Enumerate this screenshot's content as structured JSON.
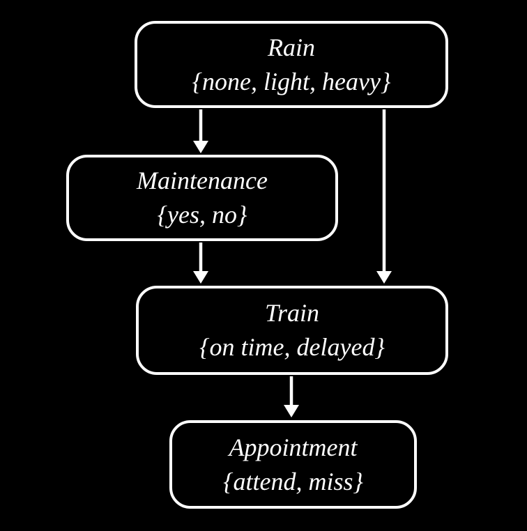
{
  "diagram": {
    "type": "directed-graph",
    "colors": {
      "background": "#000000",
      "node_border": "#ffffff",
      "text": "#ffffff",
      "arrow": "#ffffff"
    }
  },
  "nodes": [
    {
      "id": "rain",
      "label": "Rain",
      "domain": "{none, light, heavy}"
    },
    {
      "id": "maintenance",
      "label": "Maintenance",
      "domain": "{yes, no}"
    },
    {
      "id": "train",
      "label": "Train",
      "domain": "{on time, delayed}"
    },
    {
      "id": "appointment",
      "label": "Appointment",
      "domain": "{attend, miss}"
    }
  ],
  "edges": [
    {
      "from": "rain",
      "to": "maintenance"
    },
    {
      "from": "rain",
      "to": "train"
    },
    {
      "from": "maintenance",
      "to": "train"
    },
    {
      "from": "train",
      "to": "appointment"
    }
  ]
}
